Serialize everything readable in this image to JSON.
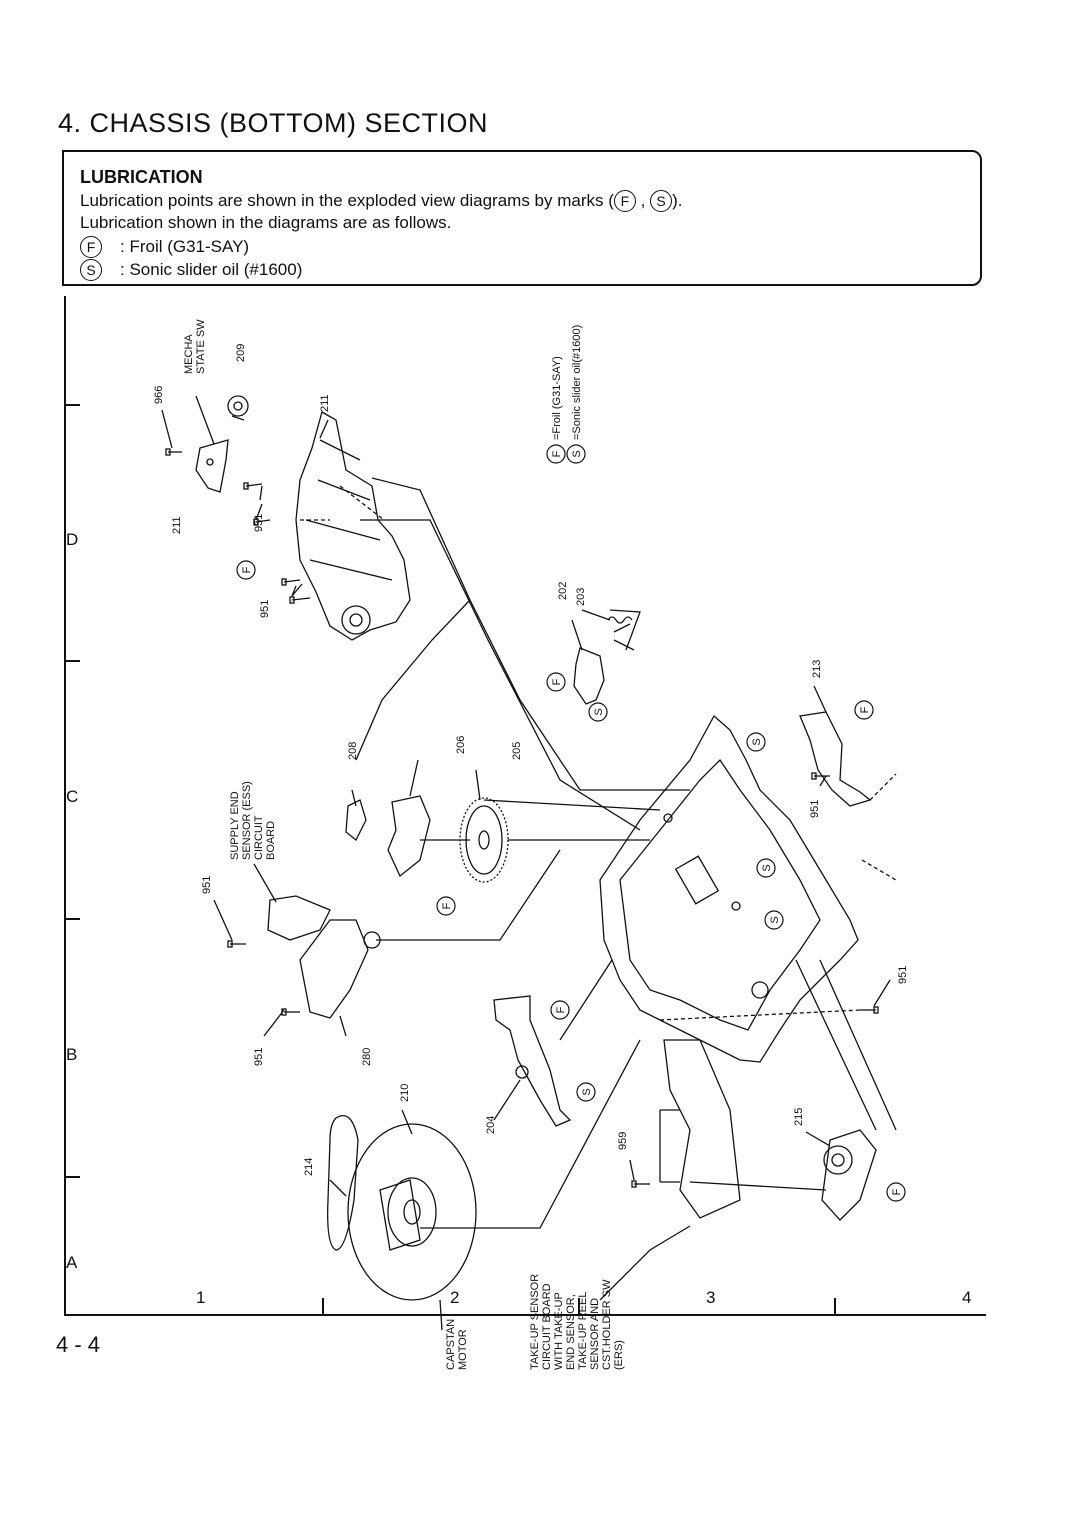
{
  "page": {
    "title": "4. CHASSIS (BOTTOM) SECTION",
    "page_number": "4 - 4"
  },
  "lubrication": {
    "heading": "LUBRICATION",
    "line1_prefix": "Lubrication points are shown in the exploded view diagrams by marks (",
    "line1_suffix": ").",
    "line2": "Lubrication shown in the diagrams are as follows.",
    "marks": [
      {
        "symbol": "F",
        "description": ": Froil (G31-SAY)"
      },
      {
        "symbol": "S",
        "description": ": Sonic slider oil (#1600)"
      }
    ]
  },
  "zones": {
    "rows": [
      "D",
      "C",
      "B",
      "A"
    ],
    "columns": [
      "1",
      "2",
      "3",
      "4"
    ]
  },
  "diagram": {
    "legend": {
      "froil": "=Froil (G31-SAY)",
      "sonic": "=Sonic slider oil(#1600)"
    },
    "part_numbers": {
      "p966": "966",
      "p209": "209",
      "p211a": "211",
      "p211b": "211",
      "p951a": "951",
      "p951b": "951",
      "p951c": "951",
      "p951d": "951",
      "p951e": "951",
      "p951f": "951",
      "p202": "202",
      "p203": "203",
      "p213": "213",
      "p208": "208",
      "p206": "206",
      "p205": "205",
      "p280": "280",
      "p210": "210",
      "p214": "214",
      "p204": "204",
      "p959": "959",
      "p215": "215"
    },
    "labels": {
      "mecha_state_sw": [
        "MECHA",
        "STATE SW"
      ],
      "supply_end_sensor": [
        "SUPPLY END",
        "SENSOR (ESS)",
        "CIRCUIT",
        "BOARD"
      ],
      "capstan_motor": [
        "CAPSTAN",
        "MOTOR"
      ],
      "takeup_sensor": [
        "TAKE-UP SENSOR",
        "CIRCUIT BOARD",
        "WITH TAKE-UP",
        "END SENSOR,",
        "TAKE-UP REEL",
        "SENSOR AND",
        "CST.HOLDER SW",
        "(ERS)"
      ]
    },
    "mark_symbols": {
      "froil": "F",
      "sonic": "S"
    }
  }
}
